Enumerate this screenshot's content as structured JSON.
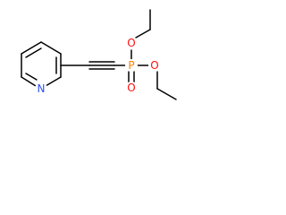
{
  "molecule": {
    "atoms": {
      "n": {
        "label": "N",
        "color": "#3050F8"
      },
      "p": {
        "label": "P",
        "color": "#FF8000"
      },
      "o_top": {
        "label": "O",
        "color": "#FF0D0D"
      },
      "o_right": {
        "label": "O",
        "color": "#FF0D0D"
      },
      "o_bottom": {
        "label": "O",
        "color": "#FF0D0D"
      }
    }
  }
}
